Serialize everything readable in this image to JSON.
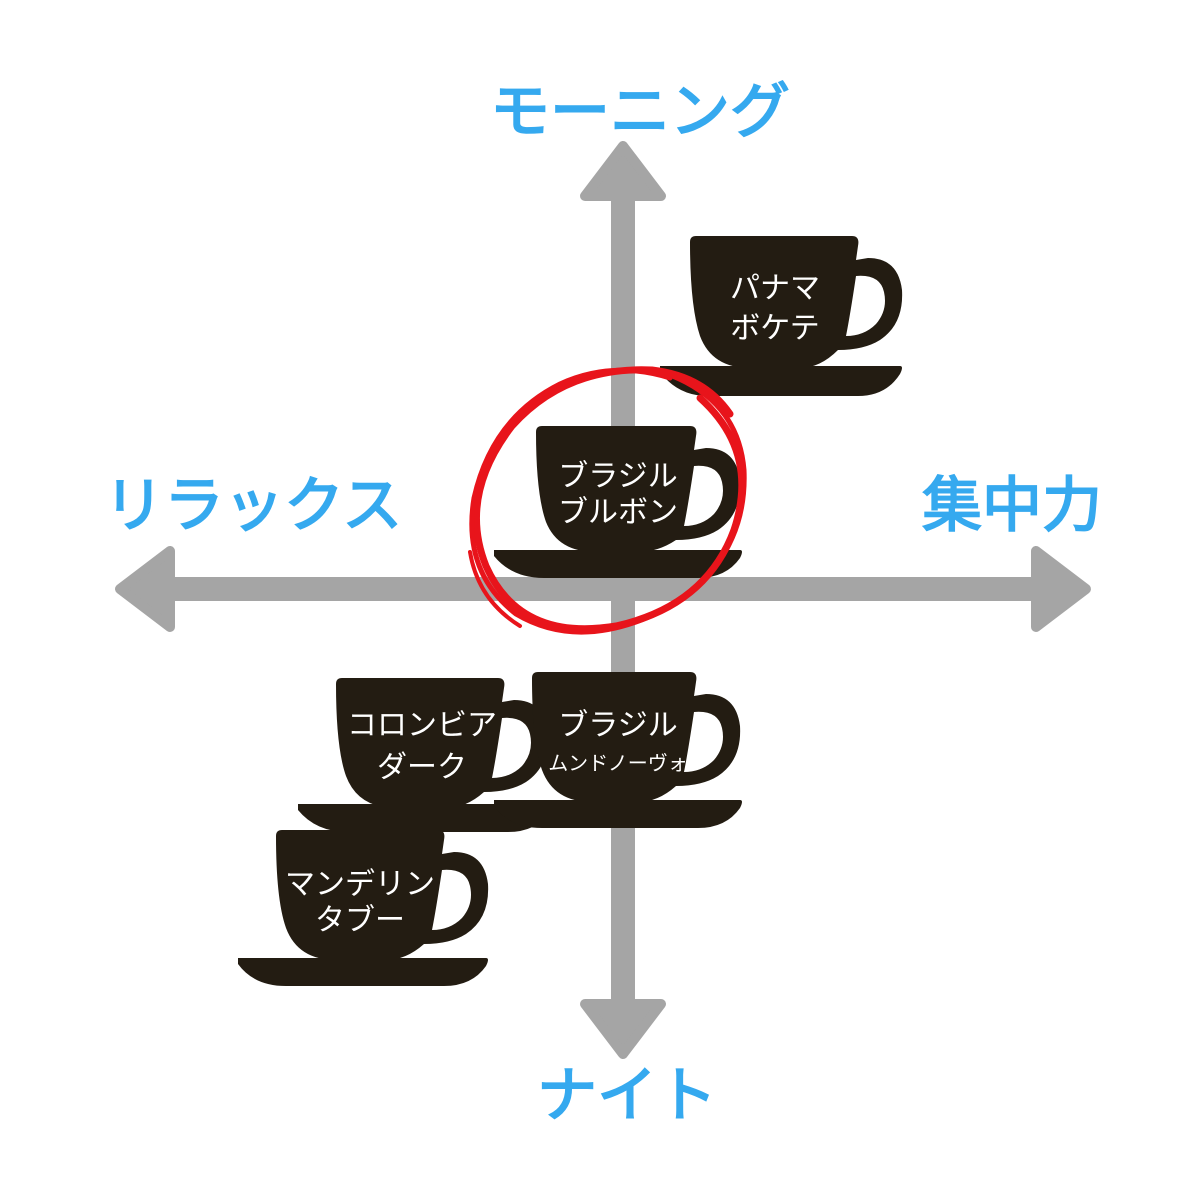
{
  "axes": {
    "top": "モーニング",
    "bottom": "ナイト",
    "left": "リラックス",
    "right": "集中力"
  },
  "cups": [
    {
      "id": "panama",
      "line1": "パナマ",
      "line2": "ボケテ"
    },
    {
      "id": "brazil-bourbon",
      "line1": "ブラジル",
      "line2": "ブルボン",
      "highlighted": true
    },
    {
      "id": "colombia",
      "line1": "コロンビア",
      "line2": "ダーク"
    },
    {
      "id": "brazil-mundo",
      "line1": "ブラジル",
      "line2": "ムンドノーヴォ"
    },
    {
      "id": "mandheling",
      "line1": "マンデリン",
      "line2": "タブー"
    }
  ],
  "colors": {
    "axis": "#a5a5a5",
    "axis_label": "#35a9ef",
    "cup": "#231c12",
    "cup_text": "#ffffff",
    "highlight": "#e8141b"
  }
}
